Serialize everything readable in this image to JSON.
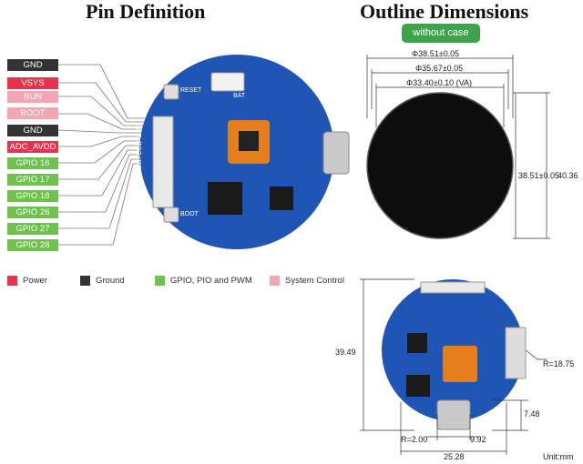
{
  "titles": {
    "left": "Pin Definition",
    "right": "Outline Dimensions"
  },
  "badge": "without case",
  "pins": [
    {
      "label": "GND",
      "type": "ground"
    },
    {
      "label": "VSYS",
      "type": "power"
    },
    {
      "label": "RUN",
      "type": "sys"
    },
    {
      "label": "BOOT",
      "type": "sys"
    },
    {
      "label": "GND",
      "type": "ground"
    },
    {
      "label": "ADC_AVDD",
      "type": "power"
    },
    {
      "label": "GPIO 16",
      "type": "gpio"
    },
    {
      "label": "GPIO 17",
      "type": "gpio"
    },
    {
      "label": "GPIO 18",
      "type": "gpio"
    },
    {
      "label": "GPIO 26",
      "type": "gpio"
    },
    {
      "label": "GPIO 27",
      "type": "gpio"
    },
    {
      "label": "GPIO 28",
      "type": "gpio"
    }
  ],
  "legend": [
    {
      "label": "Power",
      "color": "#e8314c"
    },
    {
      "label": "Ground",
      "color": "#333333"
    },
    {
      "label": "GPIO, PIO and PWM",
      "color": "#6dc24b"
    },
    {
      "label": "System Control",
      "color": "#f2a5b3"
    }
  ],
  "board": {
    "label": "RP2350-Touch-LCD-1.28",
    "reset": "RESET",
    "boot": "BOOT",
    "bat": "BAT"
  },
  "dims": {
    "d1": "Φ38.51±0.05",
    "d2": "Φ35.67±0.05",
    "d3": "Φ33.40±0.10 (VA)",
    "side1": "38.51±0.05",
    "side2": "40.36",
    "height": "39.49",
    "r1": "R=18.75",
    "h2": "7.48",
    "r2": "R=2.00",
    "w1": "9.92",
    "w2": "25.28",
    "unit": "Unit:mm"
  },
  "colors": {
    "pcb": "#1f55b4",
    "display": "#0d0d0d",
    "chip": "#e67e1c"
  }
}
